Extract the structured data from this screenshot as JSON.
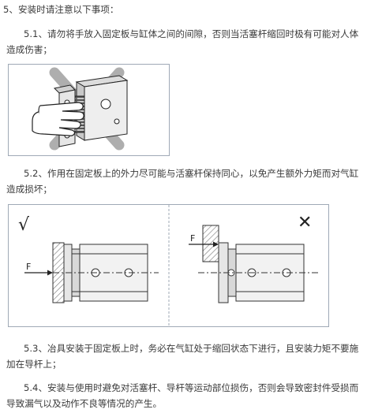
{
  "heading": "5、安装时请注意以下事项：",
  "notes": [
    "5.1、请勿将手放入固定板与缸体之间的间隙，否则当活塞杆缩回时极有可能对人体造成伤害；",
    "5.2、作用在固定板上的外力尽可能与活塞杆保持同心，以免产生额外力矩而对气缸造成损坏；",
    "5.3、冶具安装于固定板上时，务必在气缸处于缩回状态下进行，且安装力矩不要施加在导杆上；",
    "5.4、安装与使用时避免对活塞杆、导杆等运动部位损伤，否则会导致密封件受损而导致漏气以及动作不良等情况的产生。"
  ],
  "figure2": {
    "correct_mark": "√",
    "wrong_mark": "✕",
    "force_label_left": "F",
    "force_label_right": "F"
  },
  "colors": {
    "text": "#3a3a3a",
    "frame_border": "#9fa9b6",
    "cross": "#9a9a9a",
    "body_fill": "#f2f2f2",
    "hatch": "#888888"
  }
}
